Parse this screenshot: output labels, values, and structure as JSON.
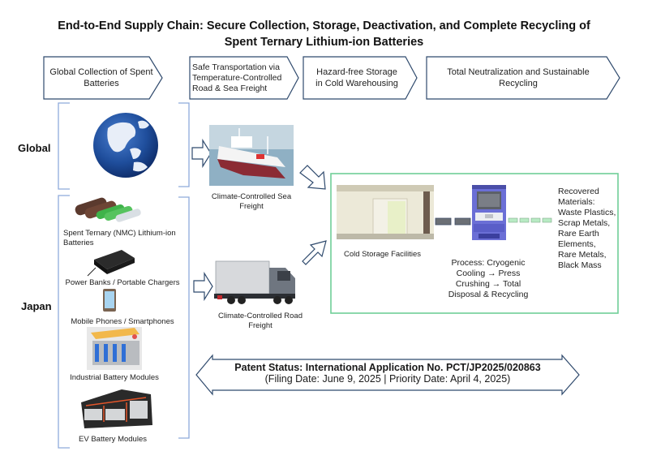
{
  "title": {
    "line1": "End-to-End Supply Chain: Secure Collection, Storage, Deactivation, and Complete Recycling of",
    "line2": "Spent Ternary Lithium-ion Batteries"
  },
  "stages": [
    {
      "line1": "Global Collection of Spent",
      "line2": "Batteries",
      "line3": ""
    },
    {
      "line1": "Safe Transportation via",
      "line2": "Temperature-Controlled",
      "line3": "Road & Sea Freight"
    },
    {
      "line1": "Hazard-free Storage",
      "line2": "in Cold Warehousing",
      "line3": ""
    },
    {
      "line1": "Total Neutralization and Sustainable",
      "line2": "Recycling",
      "line3": ""
    }
  ],
  "regions": {
    "global": "Global",
    "japan": "Japan"
  },
  "global_icon": "globe-icon",
  "japan_items": [
    {
      "icon": "cylindrical-cells-icon",
      "line1": "Spent Ternary (NMC) Lithium-ion",
      "line2": "Batteries"
    },
    {
      "icon": "power-bank-icon",
      "line1": "Power Banks / Portable Chargers",
      "line2": ""
    },
    {
      "icon": "smartphone-icon",
      "line1": "Mobile Phones / Smartphones",
      "line2": ""
    },
    {
      "icon": "industrial-module-icon",
      "line1": "Industrial Battery Modules",
      "line2": ""
    },
    {
      "icon": "ev-battery-icon",
      "line1": "EV Battery Modules",
      "line2": ""
    }
  ],
  "transport": {
    "sea": {
      "icon": "ship-icon",
      "line1": "Climate-Controlled Sea",
      "line2": "Freight"
    },
    "road": {
      "icon": "truck-icon",
      "line1": "Climate-Controlled Road",
      "line2": "Freight"
    }
  },
  "processing": {
    "storage_label": "Cold Storage Facilities",
    "process_lines": [
      "Process: Cryogenic",
      "Cooling → Press",
      "Crushing → Total",
      "Disposal & Recycling"
    ],
    "materials_lines": [
      "Recovered",
      "Materials:",
      "Waste Plastics,",
      "Scrap Metals,",
      "Rare Earth",
      "Elements,",
      "Rare Metals,",
      "Black Mass"
    ]
  },
  "patent": {
    "main": "Patent Status: International Application No. PCT/JP2025/020863",
    "sub": "(Filing Date: June 9, 2025 | Priority Date: April 4, 2025)"
  },
  "colors": {
    "arrow_stroke": "#2f4a6d",
    "bracket": "#8eaadb",
    "process_border": "#6fcf97",
    "globe_blue": "#1f4e9c",
    "machine_blue": "#6b6fd6",
    "conveyor_dark": "#6b6f75",
    "conveyor_light": "#b8ebc4"
  }
}
